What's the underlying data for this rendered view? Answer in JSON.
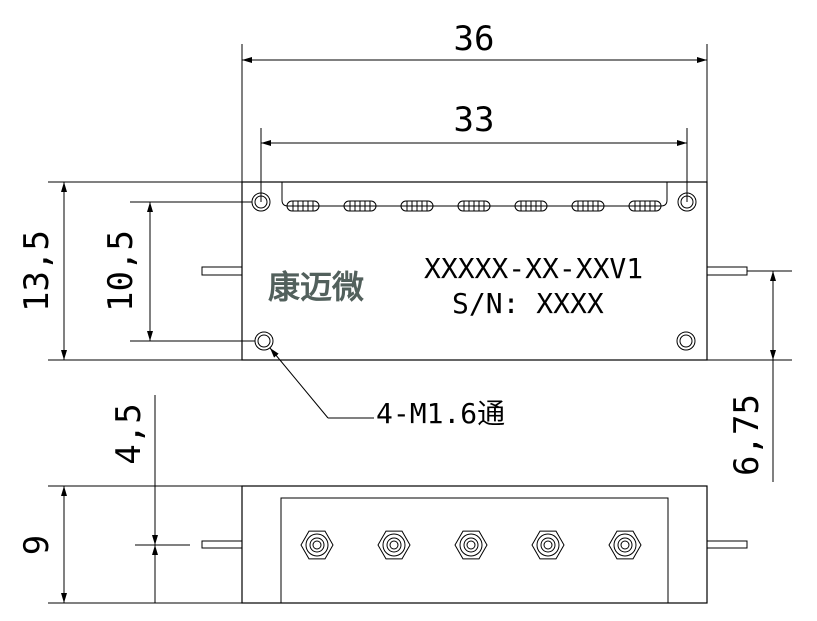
{
  "dimensions": {
    "overall_width": "36",
    "hole_spacing_width": "33",
    "overall_height": "13,5",
    "hole_spacing_height": "10,5",
    "pin_offset_top": "4,5",
    "body_depth": "9",
    "pin_offset_right": "6,75"
  },
  "labels": {
    "logo": "康迈微",
    "part_number": "XXXXX-XX-XXV1",
    "serial": "S/N: XXXX",
    "hole_callout": "4-M1.6通"
  },
  "features": {
    "tuning_slots": 7,
    "tuning_screws": 5,
    "mount_holes": 4
  },
  "colors": {
    "stroke": "#000000",
    "logo": "#52605c",
    "background": "#ffffff"
  }
}
